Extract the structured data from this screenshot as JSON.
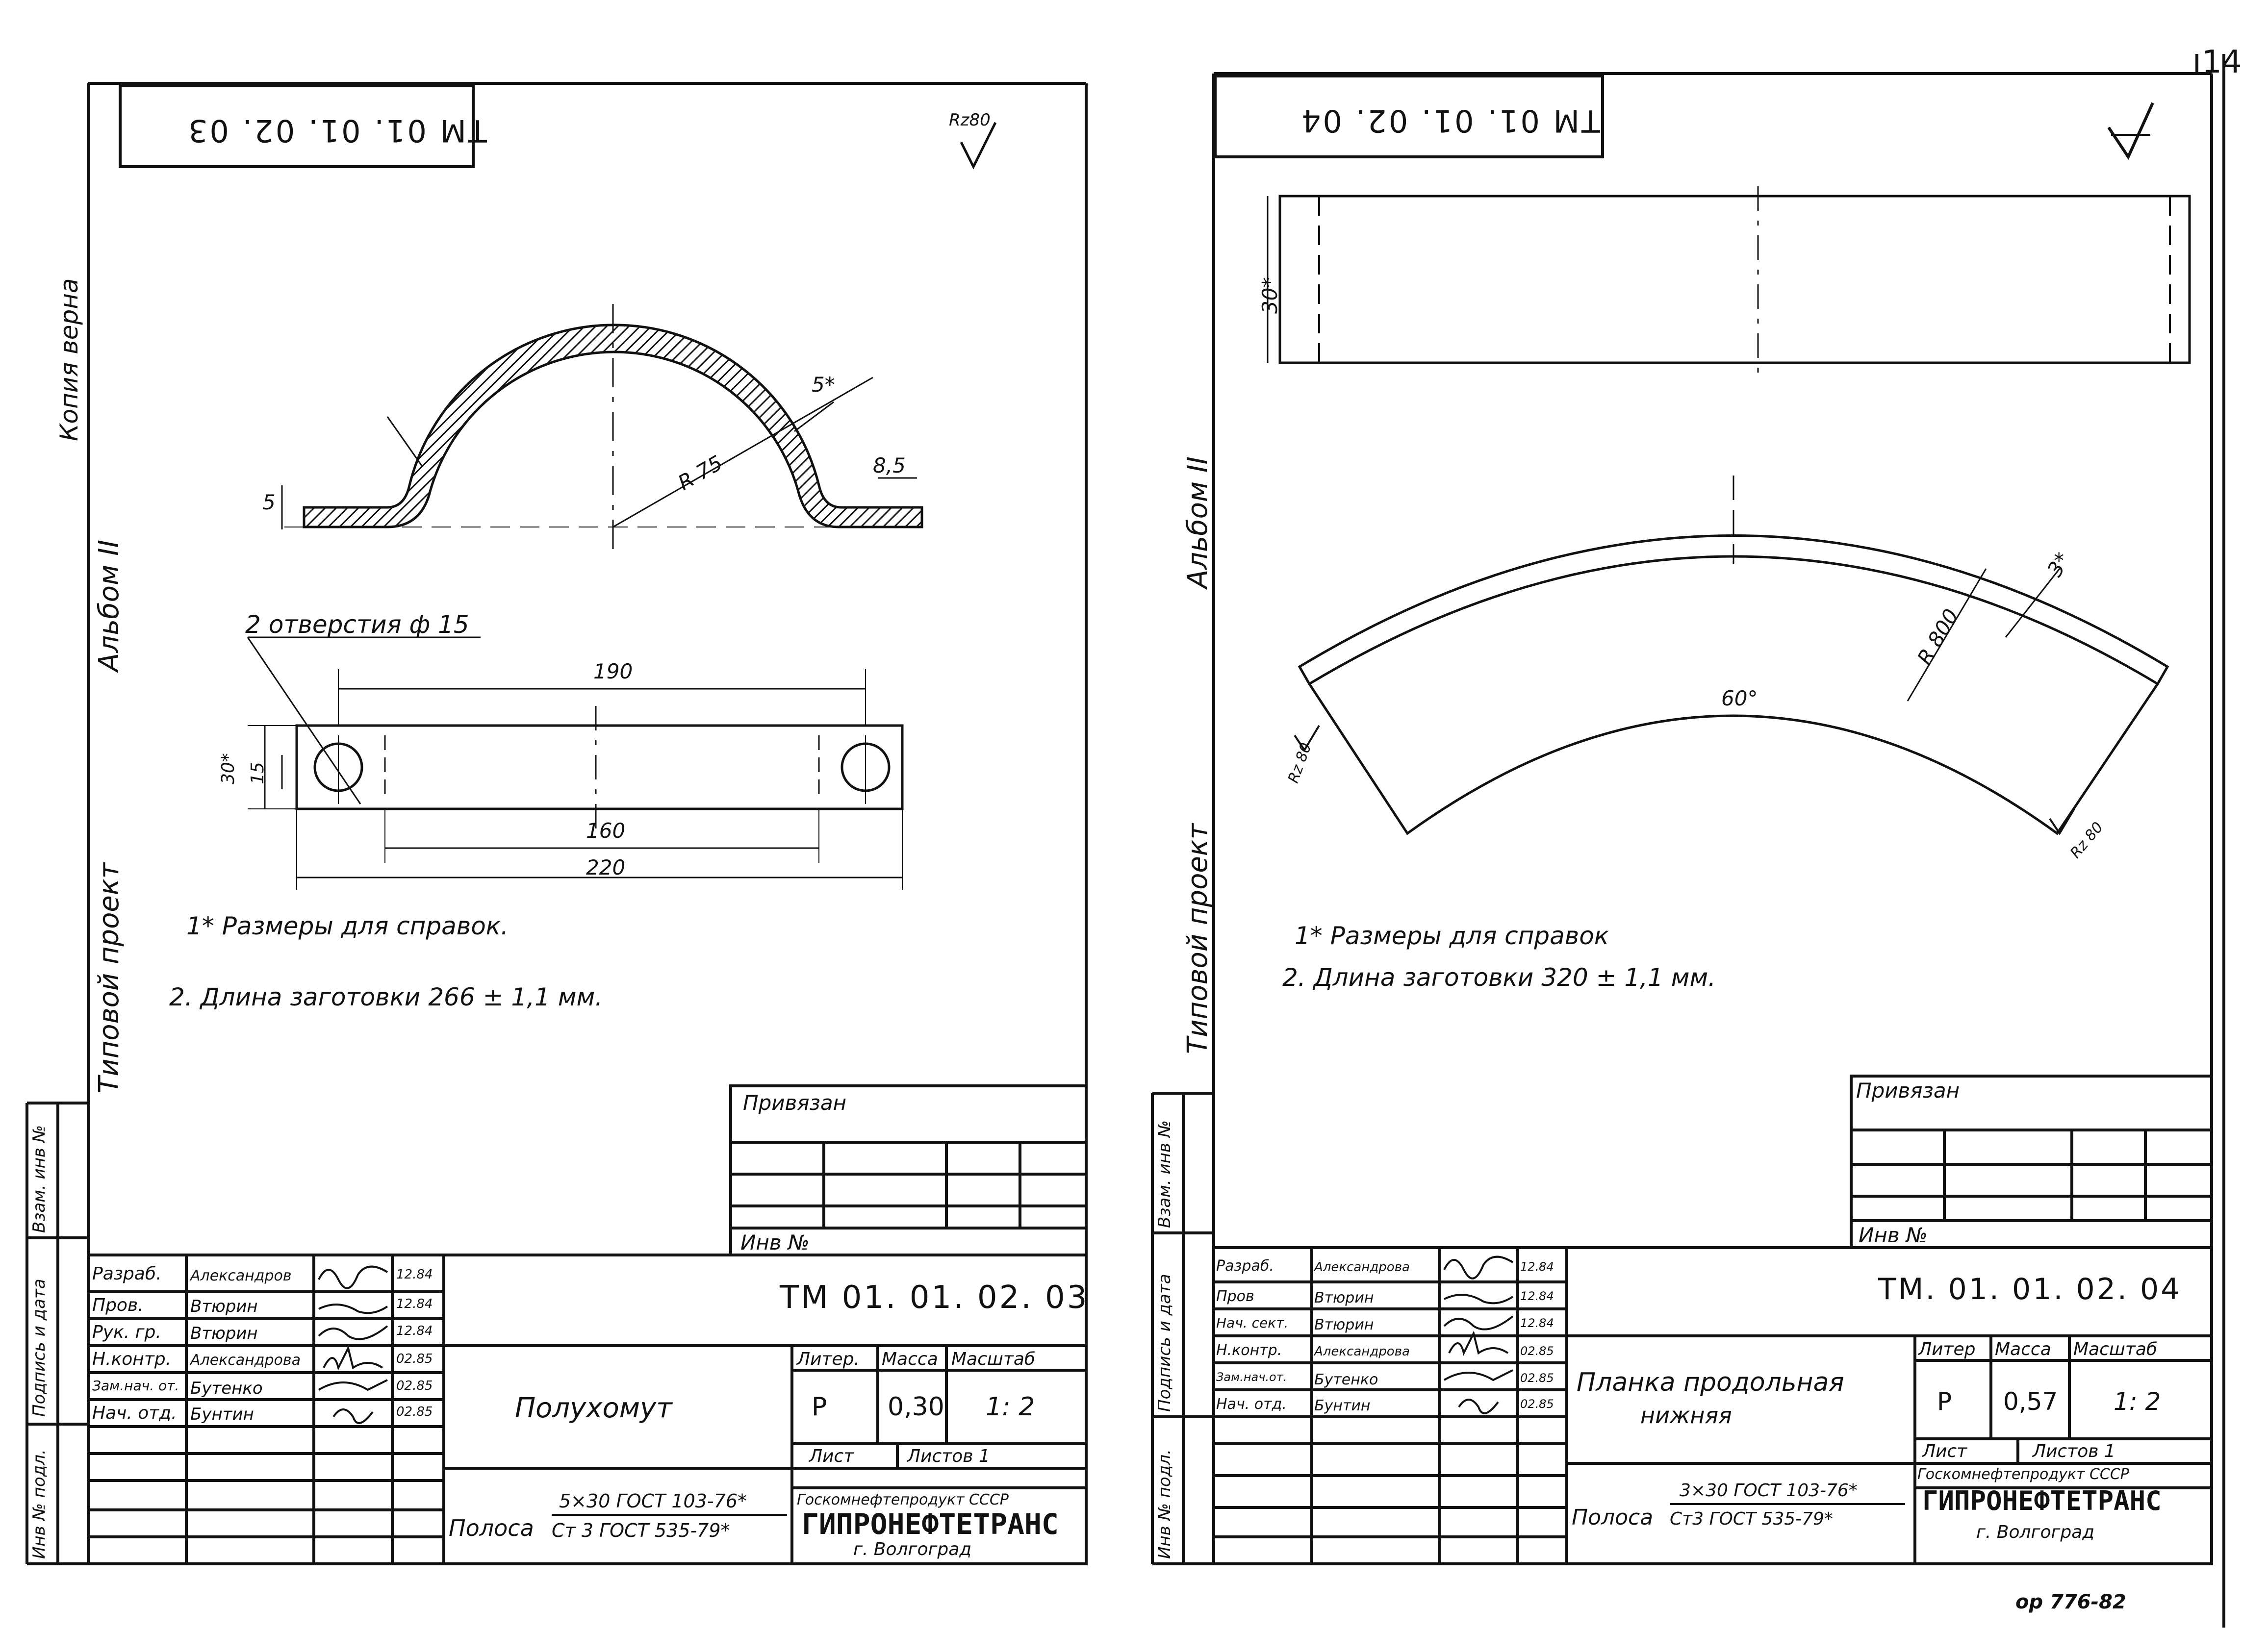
{
  "page_number": "14",
  "bottom_note": "ор 776-82",
  "left_margin": {
    "stamp_top": "Копия верна",
    "project": "Типовой проект",
    "album": "Альбом II",
    "cols": [
      "Инв № подл.",
      "Подпись и дата",
      "Взам. инв №"
    ]
  },
  "sheet1": {
    "code_upside": "ТМ 01. 01. 02. 03",
    "roughness": "Rz80",
    "dims": {
      "r75": "R 75",
      "t5": "5",
      "fillet": "5*",
      "w85": "8,5",
      "holes": "2 отверстия ф 15",
      "d190": "190",
      "d160": "160",
      "d220": "220",
      "d30": "30*",
      "d15": "15"
    },
    "notes": [
      "1* Размеры для справок.",
      "2. Длина заготовки 266 ± 1,1 мм."
    ],
    "privyazan": "Привязан",
    "inv": "Инв №",
    "titleblock": {
      "roles": [
        "Разраб.",
        "Пров.",
        "Рук. гр.",
        "Н.контр.",
        "Зам.нач. от.",
        "Нач. отд."
      ],
      "names": [
        "Александров",
        "Втюрин",
        "Втюрин",
        "Александрова",
        "Бутенко",
        "Бунтин"
      ],
      "dates": [
        "12.84",
        "12.84",
        "12.84",
        "02.85",
        "02.85",
        "02.85"
      ],
      "code": "ТМ 01. 01. 02. 03",
      "name": "Полухомут",
      "litera_h": "Литер.",
      "massa_h": "Масса",
      "masshtab_h": "Масштаб",
      "litera": "Р",
      "massa": "0,30",
      "masshtab": "1: 2",
      "list": "Лист",
      "listov": "Листов 1",
      "material_label": "Полоса",
      "material_top": "5×30 ГОСТ 103-76*",
      "material_bottom": "Ст 3 ГОСТ 535-79*",
      "org1": "Госкомнефтепродукт СССР",
      "org2": "ГИПРОНЕФТЕТРАНС",
      "city": "г. Волгоград"
    }
  },
  "sheet2": {
    "code_upside": "ТМ 01. 01. 02. 04",
    "dims": {
      "d30": "30*",
      "r800": "R 800",
      "angle": "60°",
      "t3": "3*",
      "rz_a": "Rz 80",
      "rz_b": "Rz 80"
    },
    "notes": [
      "1* Размеры для справок",
      "2. Длина заготовки 320 ± 1,1 мм."
    ],
    "privyazan": "Привязан",
    "inv": "Инв №",
    "titleblock": {
      "roles": [
        "Разраб.",
        "Пров",
        "Нач. сект.",
        "Н.контр.",
        "Зам.нач.от.",
        "Нач. отд."
      ],
      "names": [
        "Александрова",
        "Втюрин",
        "Втюрин",
        "Александрова",
        "Бутенко",
        "Бунтин"
      ],
      "dates": [
        "12.84",
        "12.84",
        "12.84",
        "02.85",
        "02.85",
        "02.85"
      ],
      "code": "ТМ. 01. 01. 02. 04",
      "name_line1": "Планка продольная",
      "name_line2": "нижняя",
      "litera_h": "Литер",
      "massa_h": "Масса",
      "masshtab_h": "Масштаб",
      "litera": "Р",
      "massa": "0,57",
      "masshtab": "1: 2",
      "list": "Лист",
      "listov": "Листов 1",
      "material_label": "Полоса",
      "material_top": "3×30 ГОСТ 103-76*",
      "material_bottom": "Ст3 ГОСТ 535-79*",
      "org1": "Госкомнефтепродукт СССР",
      "org2": "ГИПРОНЕФТЕТРАНС",
      "city": "г. Волгоград"
    }
  }
}
